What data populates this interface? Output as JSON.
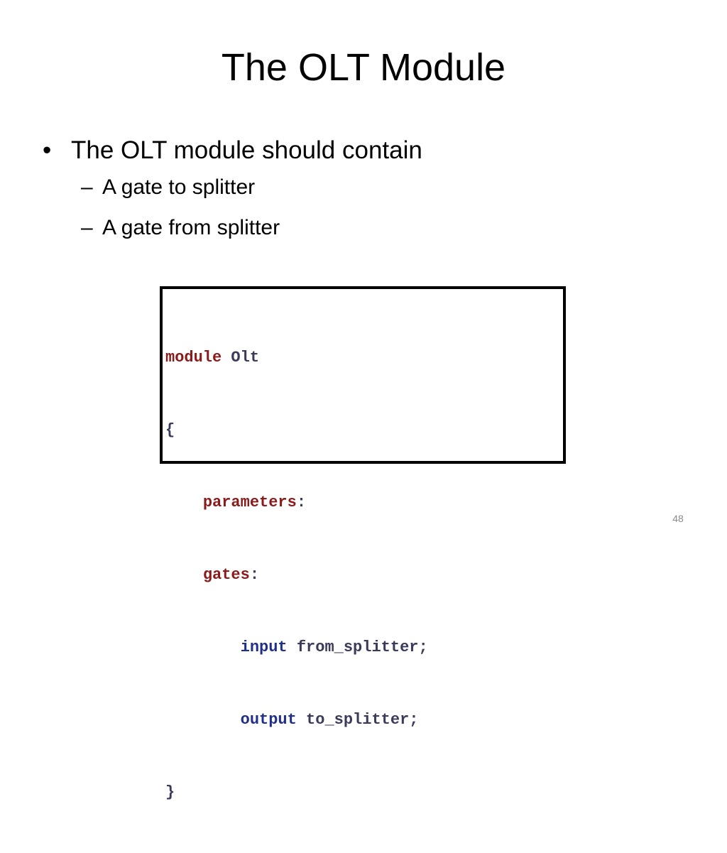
{
  "slide": {
    "title": "The OLT Module",
    "bullet": {
      "marker": "•",
      "text": "The OLT module should contain"
    },
    "sub_bullets": [
      {
        "marker": "–",
        "text": "A gate to splitter"
      },
      {
        "marker": "–",
        "text": "A gate from splitter"
      }
    ],
    "code": {
      "line1_keyword": "module",
      "line1_name": " Olt",
      "line2": "{",
      "line3_indent": "    ",
      "line3_keyword": "parameters",
      "line3_punct": ":",
      "line4_indent": "    ",
      "line4_keyword": "gates",
      "line4_punct": ":",
      "line5_indent": "        ",
      "line5_keyword": "input",
      "line5_rest": " from_splitter;",
      "line6_indent": "        ",
      "line6_keyword": "output",
      "line6_rest": " to_splitter;",
      "line7": "}"
    },
    "page_number": "48"
  },
  "colors": {
    "keyword_red": "#8b1a1a",
    "keyword_blue": "#1f2f8a",
    "page_number": "#8a8a8a"
  }
}
